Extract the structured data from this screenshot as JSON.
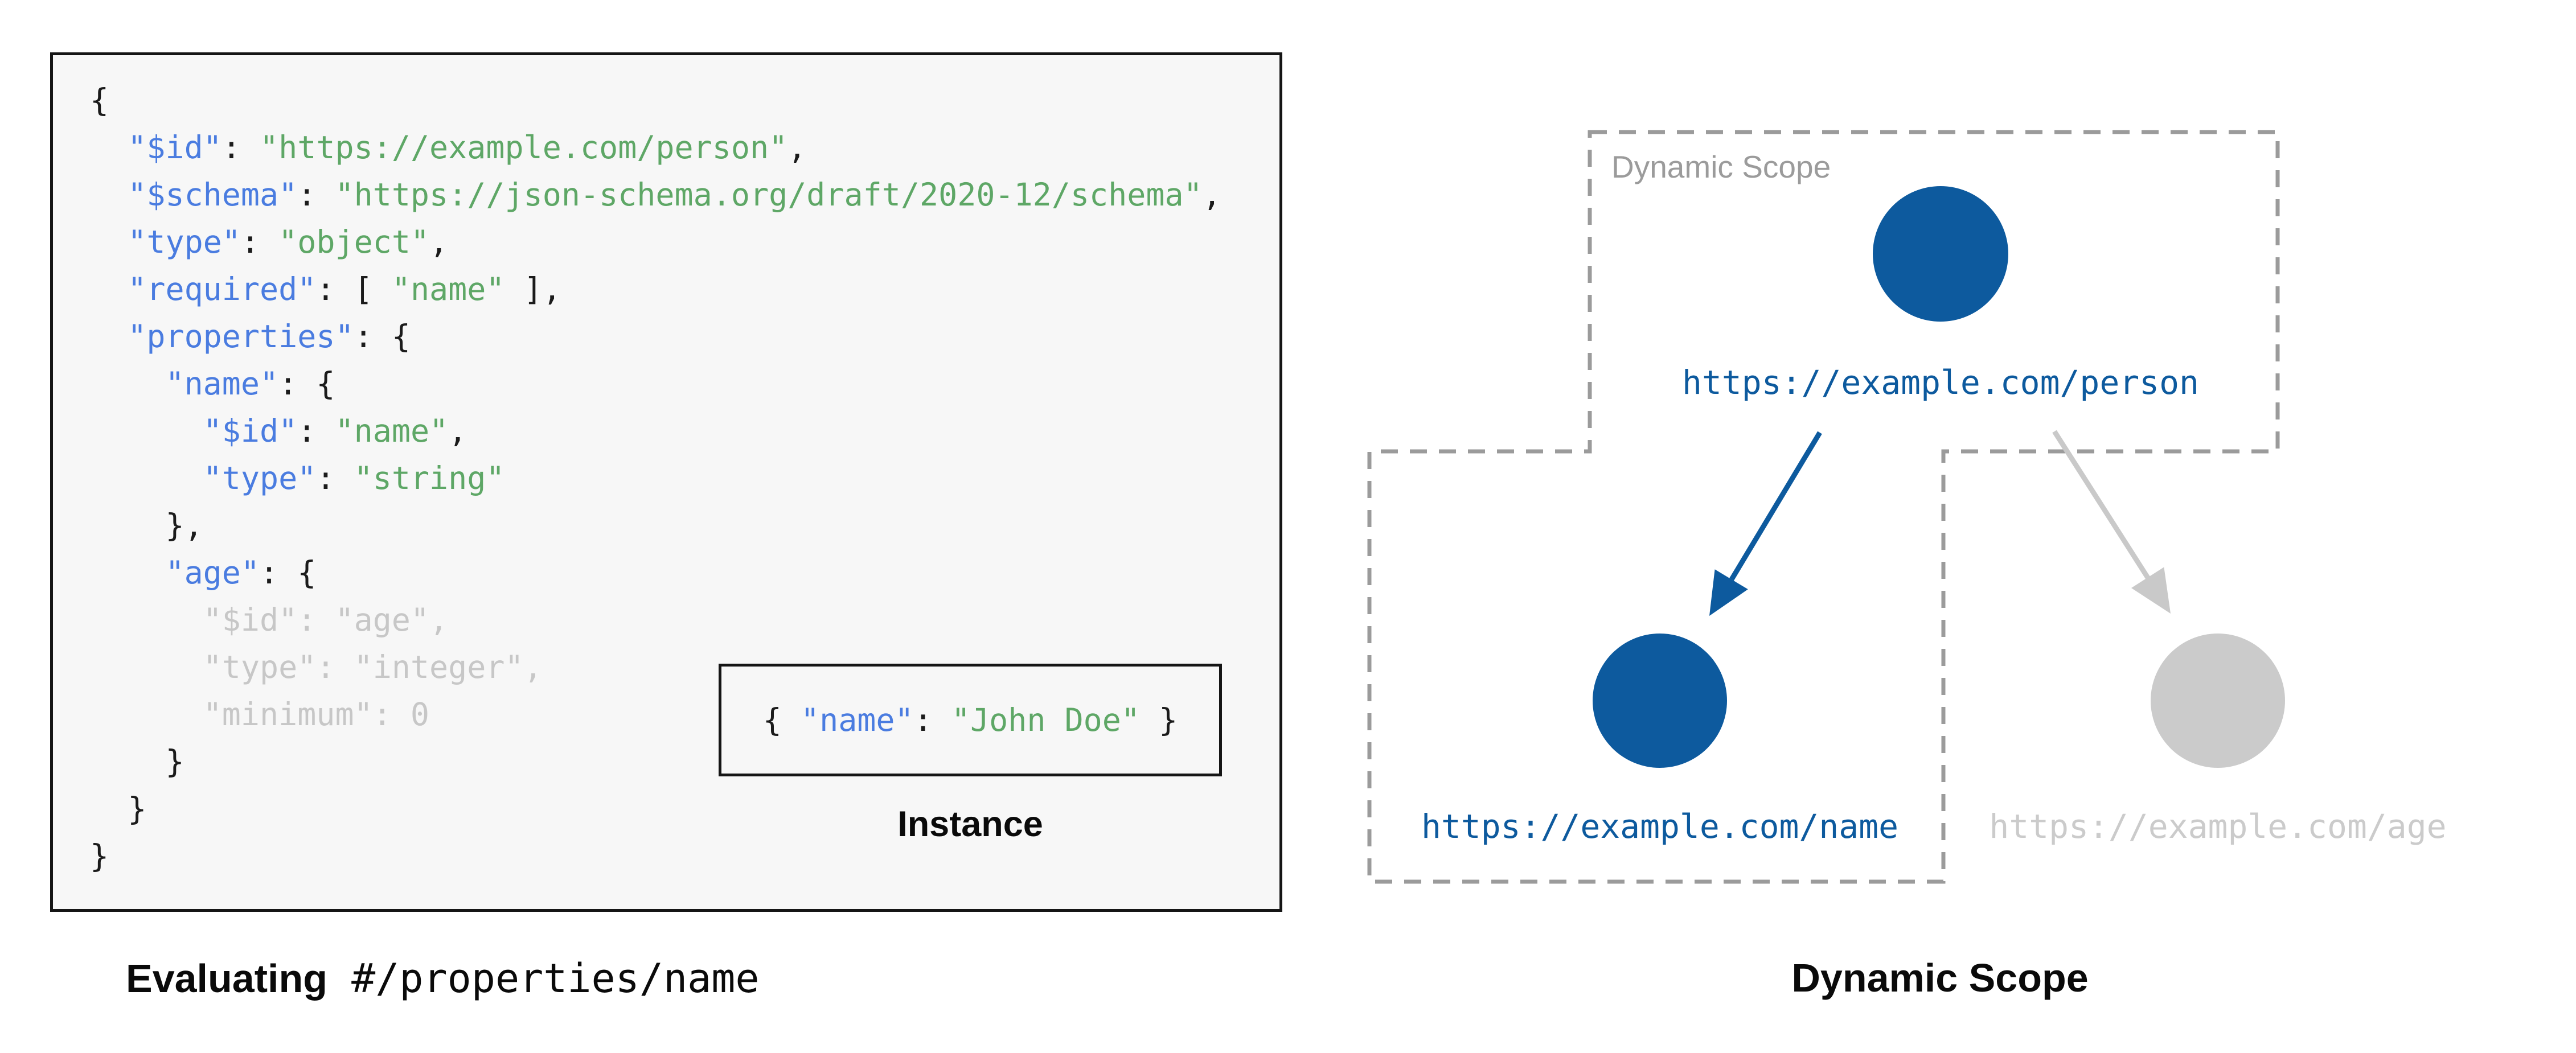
{
  "colors": {
    "code_box_bg": "#f7f7f7",
    "code_plain": "#1b1b1b",
    "code_key_blue": "#4a7ce0",
    "code_string_green": "#5ea766",
    "code_muted_gray": "#c7c7c7",
    "diagram_blue": "#0d5a9e",
    "diagram_gray": "#cbcbcb",
    "gray_arrow": "#c9c9c9",
    "dashed_border_gray": "#9b9b9b"
  },
  "schema_panel": {
    "code_lines": [
      [
        {
          "c": "p",
          "t": "{"
        }
      ],
      [
        {
          "c": "p",
          "t": "  "
        },
        {
          "c": "k",
          "t": "\"$id\""
        },
        {
          "c": "p",
          "t": ": "
        },
        {
          "c": "s",
          "t": "\"https://example.com/person\""
        },
        {
          "c": "p",
          "t": ","
        }
      ],
      [
        {
          "c": "p",
          "t": "  "
        },
        {
          "c": "k",
          "t": "\"$schema\""
        },
        {
          "c": "p",
          "t": ": "
        },
        {
          "c": "s",
          "t": "\"https://json-schema.org/draft/2020-12/schema\""
        },
        {
          "c": "p",
          "t": ","
        }
      ],
      [
        {
          "c": "p",
          "t": "  "
        },
        {
          "c": "k",
          "t": "\"type\""
        },
        {
          "c": "p",
          "t": ": "
        },
        {
          "c": "s",
          "t": "\"object\""
        },
        {
          "c": "p",
          "t": ","
        }
      ],
      [
        {
          "c": "p",
          "t": "  "
        },
        {
          "c": "k",
          "t": "\"required\""
        },
        {
          "c": "p",
          "t": ": [ "
        },
        {
          "c": "s",
          "t": "\"name\""
        },
        {
          "c": "p",
          "t": " ],"
        }
      ],
      [
        {
          "c": "p",
          "t": "  "
        },
        {
          "c": "k",
          "t": "\"properties\""
        },
        {
          "c": "p",
          "t": ": {"
        }
      ],
      [
        {
          "c": "p",
          "t": "    "
        },
        {
          "c": "k",
          "t": "\"name\""
        },
        {
          "c": "p",
          "t": ": {"
        }
      ],
      [
        {
          "c": "p",
          "t": "      "
        },
        {
          "c": "k",
          "t": "\"$id\""
        },
        {
          "c": "p",
          "t": ": "
        },
        {
          "c": "s",
          "t": "\"name\""
        },
        {
          "c": "p",
          "t": ","
        }
      ],
      [
        {
          "c": "p",
          "t": "      "
        },
        {
          "c": "k",
          "t": "\"type\""
        },
        {
          "c": "p",
          "t": ": "
        },
        {
          "c": "s",
          "t": "\"string\""
        }
      ],
      [
        {
          "c": "p",
          "t": "    },"
        }
      ],
      [
        {
          "c": "p",
          "t": "    "
        },
        {
          "c": "k",
          "t": "\"age\""
        },
        {
          "c": "p",
          "t": ": {"
        }
      ],
      [
        {
          "c": "m",
          "t": "      \"$id\": \"age\","
        }
      ],
      [
        {
          "c": "m",
          "t": "      \"type\": \"integer\","
        }
      ],
      [
        {
          "c": "m",
          "t": "      \"minimum\": 0"
        }
      ],
      [
        {
          "c": "p",
          "t": "    }"
        }
      ],
      [
        {
          "c": "p",
          "t": "  }"
        }
      ],
      [
        {
          "c": "p",
          "t": "}"
        }
      ]
    ],
    "instance": {
      "segments": [
        {
          "c": "p",
          "t": "{ "
        },
        {
          "c": "k",
          "t": "\"name\""
        },
        {
          "c": "p",
          "t": ": "
        },
        {
          "c": "s",
          "t": "\"John Doe\""
        },
        {
          "c": "p",
          "t": " }"
        }
      ],
      "label": "Instance"
    },
    "caption_bold": "Evaluating",
    "caption_mono": " #/properties/name"
  },
  "scope_panel": {
    "scope_label": "Dynamic Scope",
    "person_url": "https://example.com/person",
    "name_url": "https://example.com/name",
    "age_url": "https://example.com/age",
    "caption": "Dynamic Scope"
  }
}
